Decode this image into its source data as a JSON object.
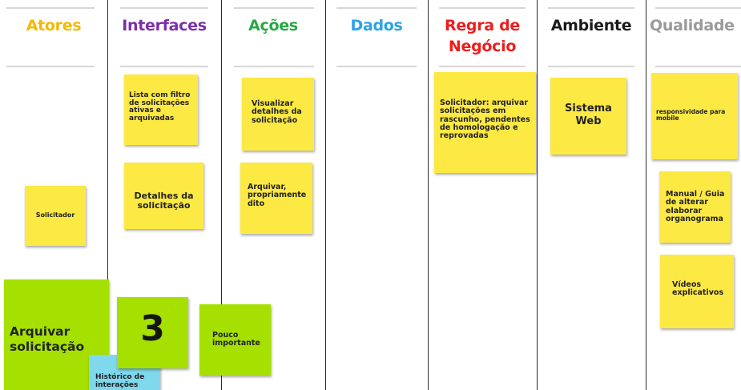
{
  "columns": [
    {
      "title": "Atores",
      "color": "#f5b800"
    },
    {
      "title": "Interfaces",
      "color": "#7a2fa8"
    },
    {
      "title": "Ações",
      "color": "#27a846"
    },
    {
      "title": "Dados",
      "color": "#2aa3e8"
    },
    {
      "title": "Regra de\nNegócio",
      "color": "#ee1d1d"
    },
    {
      "title": "Ambiente",
      "color": "#1a1a1a"
    },
    {
      "title": "Qualidade",
      "color": "#9a9a9a"
    }
  ],
  "notes": {
    "solicitador": "Solicitador",
    "lista_filtro": "Lista com filtro\nde solicitações\nativas e\narquivadas",
    "detalhes": "Detalhes da\nsolicitação",
    "visualizar": "Visualizar\ndetalhes da\nsolicitação",
    "arquivar_dito": "Arquivar,\npropriamente\ndito",
    "regra": "Solicitador: arquivar\nsolicitações em\nrascunho, pendentes\nde homologação e\nreprovadas",
    "sistema_web": "Sistema\nWeb",
    "responsividade": "responsividade para\nmobile",
    "manual": "Manual / Guia\nde alterar\nelaborar\norganograma",
    "videos": "Vídeos\nexplicativos",
    "arquivar_solicitacao": "Arquivar\nsolicitação",
    "numero": "3",
    "pouco_importante": "Pouco\nimportante",
    "historico": "Histórico de\ninterações"
  },
  "colors": {
    "sticky_yellow": "#fde943",
    "sticky_green": "#a5e000",
    "sticky_blue": "#7fd8ec"
  }
}
